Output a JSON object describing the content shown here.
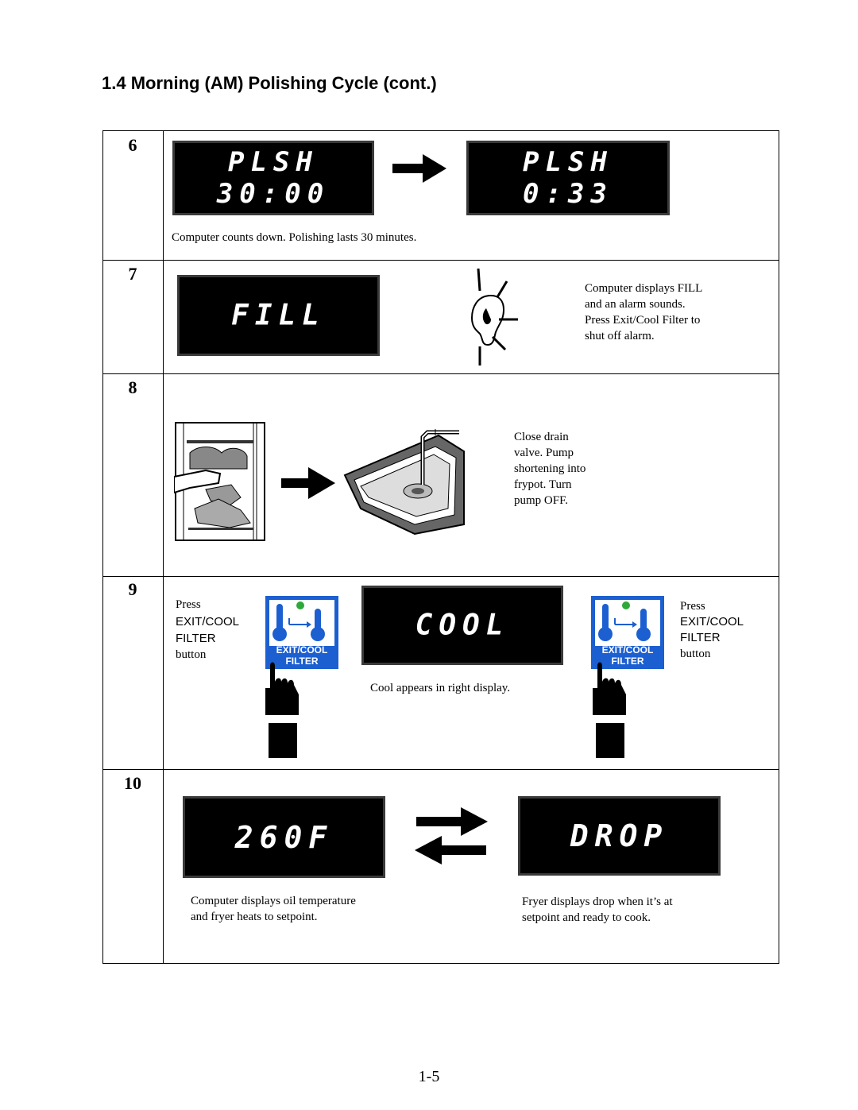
{
  "heading": "1.4  Morning (AM) Polishing Cycle (cont.)",
  "steps": [
    {
      "num": "6",
      "display_left": "PLSH 30:00",
      "display_right": "PLSH 0:33",
      "caption": "Computer counts down. Polishing lasts 30 minutes."
    },
    {
      "num": "7",
      "display": "FILL",
      "caption_lines": [
        "Computer displays FILL",
        "and an alarm sounds.",
        "Press Exit/Cool Filter to",
        "shut off alarm."
      ]
    },
    {
      "num": "8",
      "caption_lines": [
        "Close drain",
        "valve.  Pump",
        "shortening into",
        "frypot.  Turn",
        "pump OFF."
      ]
    },
    {
      "num": "9",
      "left_press_lines": [
        "Press",
        "EXIT/COOL",
        "FILTER",
        "button"
      ],
      "right_press_lines": [
        "Press",
        "EXIT/COOL",
        "FILTER",
        "button"
      ],
      "display": "COOL",
      "caption": "Cool appears in right display.",
      "button_label_top": "EXIT/COOL",
      "button_label_bottom": "FILTER"
    },
    {
      "num": "10",
      "display_left": "260F",
      "display_right": "DROP",
      "caption_left_lines": [
        "Computer displays oil temperature",
        "and fryer heats to setpoint."
      ],
      "caption_right_lines": [
        "Fryer displays drop when it’s at",
        "setpoint and ready to cook."
      ]
    }
  ],
  "page_number": "1-5",
  "colors": {
    "button_blue": "#1c5fd0",
    "led_green": "#2fa83a",
    "lcd_bg": "#000000"
  }
}
